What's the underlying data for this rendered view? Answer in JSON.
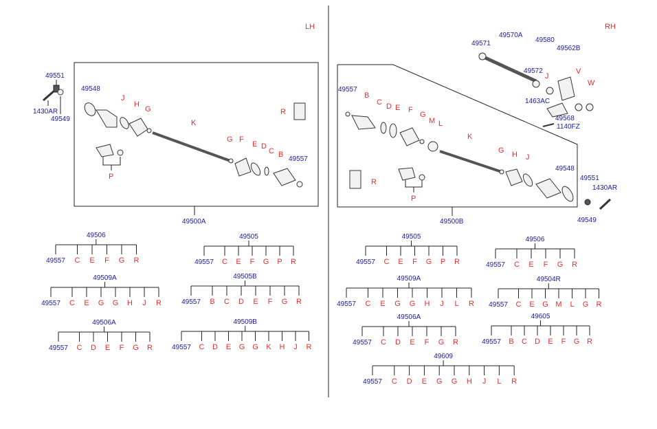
{
  "sides": {
    "left": "LH",
    "right": "RH"
  },
  "lh": {
    "assembly": "49500A",
    "external": [
      "49551",
      "1430AR",
      "49549"
    ],
    "callouts": {
      "49548": "49548",
      "J": "J",
      "H": "H",
      "G1": "G",
      "K": "K",
      "G2": "G",
      "F": "F",
      "E": "E",
      "D": "D",
      "C": "C",
      "B": "B",
      "49557": "49557",
      "R": "R",
      "P": "P"
    }
  },
  "rh": {
    "assembly": "49500B",
    "external_top": [
      "49571",
      "49570A",
      "49580",
      "49562B",
      "49572",
      "J",
      "V",
      "W",
      "1463AC",
      "49568",
      "1140FZ"
    ],
    "external_bottom": [
      "49551",
      "1430AR",
      "49549"
    ],
    "callouts": {
      "49557": "49557",
      "B": "B",
      "C": "C",
      "D": "D",
      "E": "E",
      "F": "F",
      "G1": "G",
      "M": "M",
      "L": "L",
      "K": "K",
      "G2": "G",
      "H": "H",
      "J": "J",
      "49548": "49548",
      "R": "R",
      "P": "P"
    }
  },
  "kits": [
    {
      "id": "49506",
      "items": [
        "49557",
        "C",
        "E",
        "F",
        "G",
        "R"
      ]
    },
    {
      "id": "49505",
      "items": [
        "49557",
        "C",
        "E",
        "F",
        "G",
        "P",
        "R"
      ]
    },
    {
      "id": "49509A",
      "items": [
        "49557",
        "C",
        "E",
        "G",
        "G",
        "H",
        "J",
        "R"
      ]
    },
    {
      "id": "49505B",
      "items": [
        "49557",
        "B",
        "C",
        "D",
        "E",
        "F",
        "G",
        "R"
      ]
    },
    {
      "id": "49506A",
      "items": [
        "49557",
        "C",
        "D",
        "E",
        "F",
        "G",
        "R"
      ]
    },
    {
      "id": "49509B",
      "items": [
        "49557",
        "C",
        "D",
        "E",
        "G",
        "G",
        "K",
        "H",
        "J",
        "R"
      ]
    },
    {
      "id": "49505",
      "items": [
        "49557",
        "C",
        "E",
        "F",
        "G",
        "P",
        "R"
      ]
    },
    {
      "id": "49506",
      "items": [
        "49557",
        "C",
        "E",
        "F",
        "G",
        "R"
      ]
    },
    {
      "id": "49509A",
      "items": [
        "49557",
        "C",
        "E",
        "G",
        "G",
        "H",
        "J",
        "L",
        "R"
      ]
    },
    {
      "id": "49504R",
      "items": [
        "49557",
        "C",
        "E",
        "G",
        "M",
        "L",
        "G",
        "R"
      ]
    },
    {
      "id": "49506A",
      "items": [
        "49557",
        "C",
        "D",
        "E",
        "F",
        "G",
        "R"
      ]
    },
    {
      "id": "49605",
      "items": [
        "49557",
        "B",
        "C",
        "D",
        "E",
        "F",
        "G",
        "R"
      ]
    },
    {
      "id": "49609",
      "items": [
        "49557",
        "C",
        "D",
        "E",
        "G",
        "G",
        "H",
        "J",
        "L",
        "R"
      ]
    }
  ]
}
